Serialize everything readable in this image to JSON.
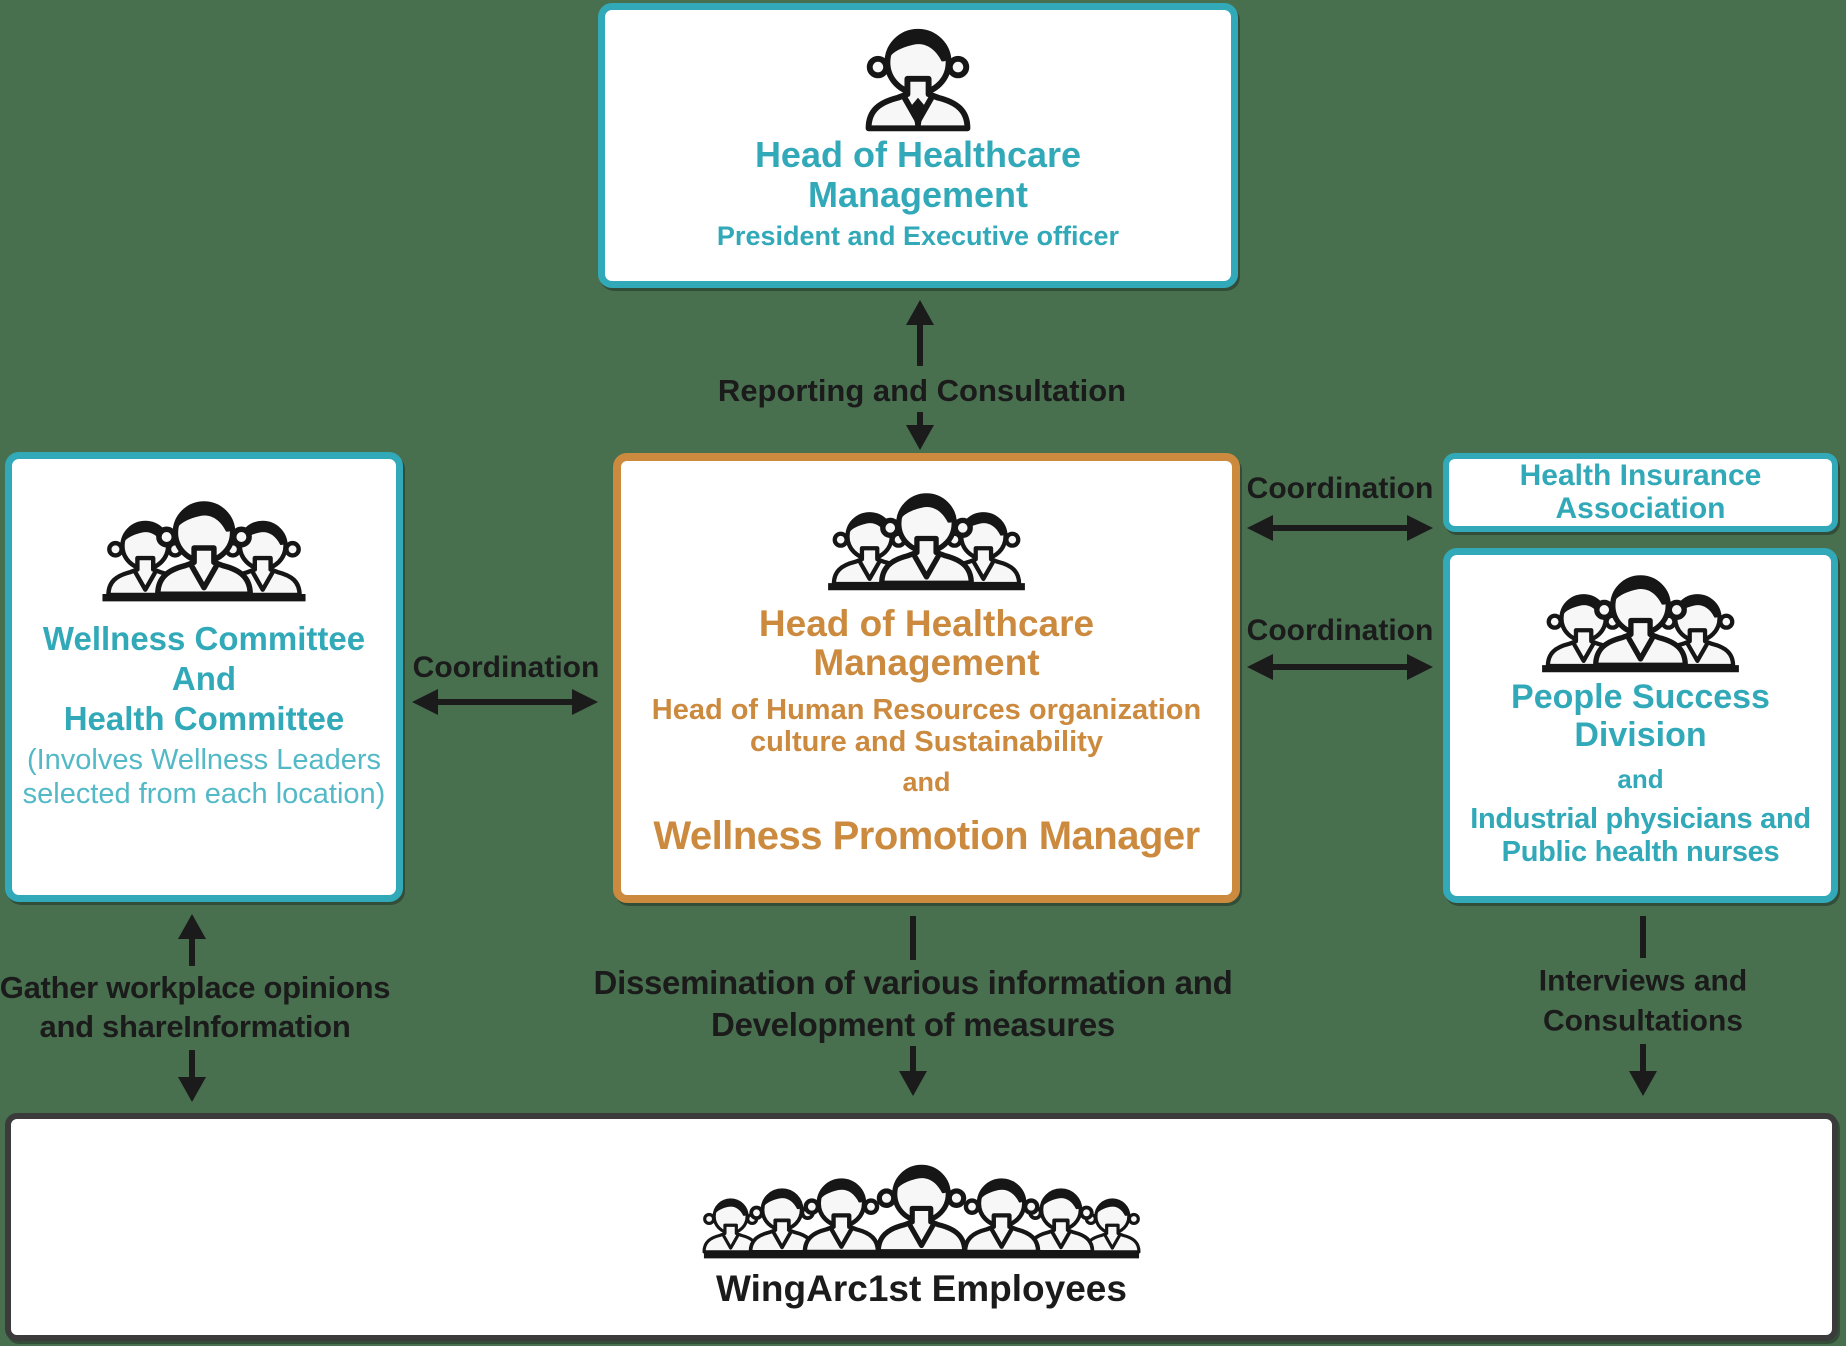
{
  "background": "#48704F",
  "colors": {
    "teal": "#32A9B8",
    "teal_light": "#53B9C6",
    "orange": "#CC8A3E",
    "text_dark": "#1B1B1B",
    "box_border_dark": "#3B3B3B"
  },
  "nodes": {
    "top": {
      "icon": "business-person-icon",
      "title_lines": [
        "Head of Healthcare",
        "Management"
      ],
      "subtitle": "President and Executive officer"
    },
    "wellness": {
      "icon": "three-people-icon",
      "title_lines": [
        "Wellness Committee",
        "And",
        "Health Committee"
      ],
      "note_lines": [
        "(Involves Wellness Leaders",
        "selected from each location)"
      ]
    },
    "center": {
      "icon": "three-people-icon",
      "title_lines": [
        "Head of Healthcare",
        "Management"
      ],
      "subtitle_lines": [
        "Head of Human Resources organization",
        "culture and Sustainability"
      ],
      "conjunction": "and",
      "role": "Wellness Promotion Manager"
    },
    "health_insurance": {
      "title_lines": [
        "Health Insurance",
        "Association"
      ]
    },
    "people_success": {
      "icon": "three-people-icon",
      "title_lines": [
        "People Success",
        "Division"
      ],
      "conjunction": "and",
      "subtitle_lines": [
        "Industrial physicians and",
        "Public health nurses"
      ]
    },
    "employees": {
      "icon": "seven-people-icon",
      "title": "WingArc1st Employees"
    }
  },
  "connectors": {
    "reporting": {
      "label": "Reporting and Consultation"
    },
    "coordination_left": {
      "label": "Coordination"
    },
    "coordination_right_top": {
      "label": "Coordination"
    },
    "coordination_right_bottom": {
      "label": "Coordination"
    },
    "gather": {
      "label_lines": [
        "Gather workplace opinions",
        "and shareInformation"
      ]
    },
    "dissemination": {
      "label_lines": [
        "Dissemination of various information and",
        "Development of measures"
      ]
    },
    "interviews": {
      "label_lines": [
        "Interviews and",
        "Consultations"
      ]
    }
  }
}
